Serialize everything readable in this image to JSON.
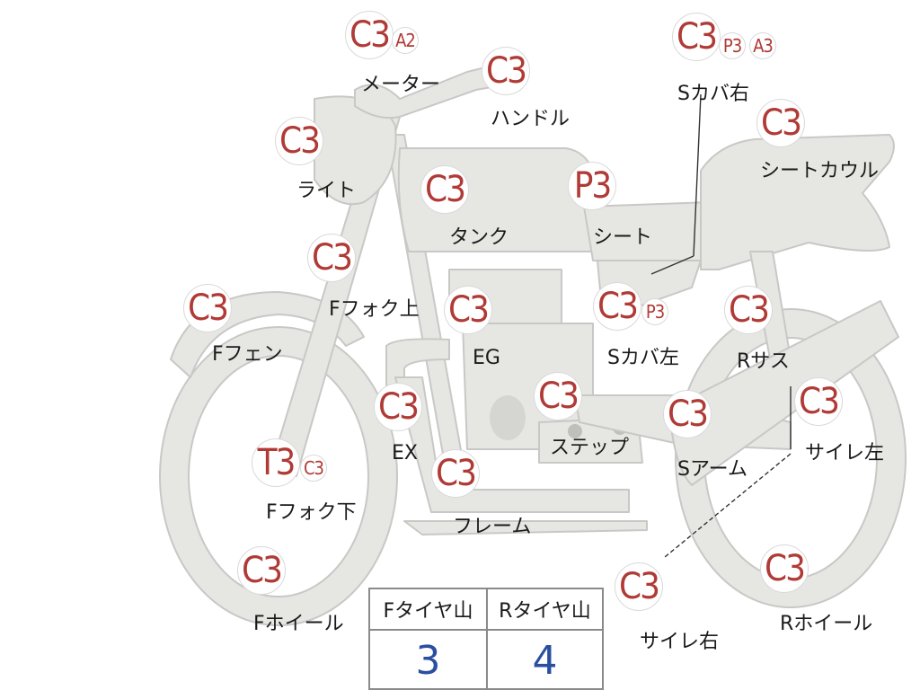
{
  "parts": [
    {
      "id": "meter",
      "label": "メーター",
      "grades": [
        "C3",
        "A2"
      ]
    },
    {
      "id": "handle",
      "label": "ハンドル",
      "grades": [
        "C3"
      ]
    },
    {
      "id": "light",
      "label": "ライト",
      "grades": [
        "C3"
      ]
    },
    {
      "id": "tank",
      "label": "タンク",
      "grades": [
        "C3"
      ]
    },
    {
      "id": "seat",
      "label": "シート",
      "grades": [
        "P3"
      ]
    },
    {
      "id": "side-cover-right",
      "label": "Sカバ右",
      "grades": [
        "C3",
        "P3",
        "A3"
      ]
    },
    {
      "id": "seat-cowl",
      "label": "シートカウル",
      "grades": [
        "C3"
      ]
    },
    {
      "id": "front-fork-upper",
      "label": "Fフォク上",
      "grades": [
        "C3"
      ]
    },
    {
      "id": "front-fender",
      "label": "Fフェン",
      "grades": [
        "C3"
      ]
    },
    {
      "id": "engine",
      "label": "EG",
      "grades": [
        "C3"
      ]
    },
    {
      "id": "side-cover-left",
      "label": "Sカバ左",
      "grades": [
        "C3",
        "P3"
      ]
    },
    {
      "id": "rear-suspension",
      "label": "Rサス",
      "grades": [
        "C3"
      ]
    },
    {
      "id": "exhaust",
      "label": "EX",
      "grades": [
        "C3"
      ]
    },
    {
      "id": "step",
      "label": "ステップ",
      "grades": [
        "C3"
      ]
    },
    {
      "id": "swing-arm",
      "label": "Sアーム",
      "grades": [
        "C3"
      ]
    },
    {
      "id": "muffler-left",
      "label": "サイレ左",
      "grades": [
        "C3"
      ]
    },
    {
      "id": "front-fork-lower",
      "label": "Fフォク下",
      "grades": [
        "T3",
        "C3"
      ]
    },
    {
      "id": "frame",
      "label": "フレーム",
      "grades": [
        "C3"
      ]
    },
    {
      "id": "front-wheel",
      "label": "Fホイール",
      "grades": [
        "C3"
      ]
    },
    {
      "id": "muffler-right",
      "label": "サイレ右",
      "grades": [
        "C3"
      ]
    },
    {
      "id": "rear-wheel",
      "label": "Rホイール",
      "grades": [
        "C3"
      ]
    }
  ],
  "tire_tread": {
    "headers": [
      "Fタイヤ山",
      "Rタイヤ山"
    ],
    "values": [
      "3",
      "4"
    ]
  },
  "colors": {
    "body_fill": "#e6e6e3",
    "body_stroke": "#c8c8c6",
    "grade_text": "#b03a36",
    "tread_value": "#2a4fa0"
  }
}
